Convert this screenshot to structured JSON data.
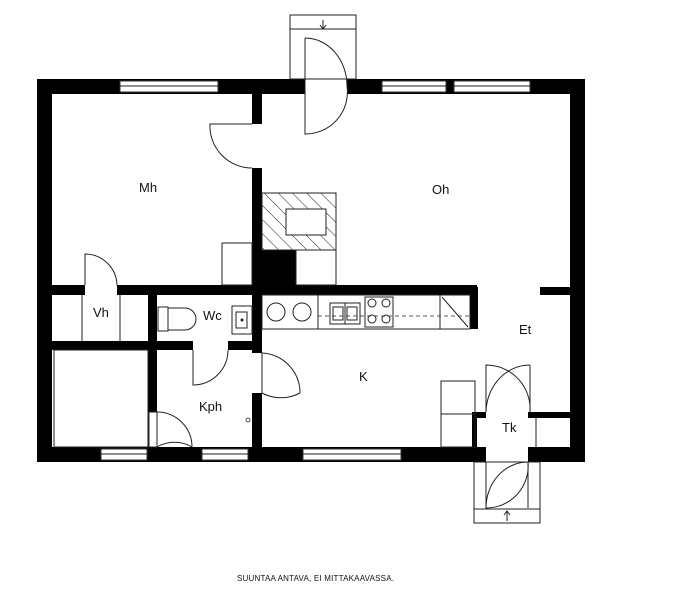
{
  "rooms": {
    "mh": "Mh",
    "oh": "Oh",
    "vh": "Vh",
    "wc": "Wc",
    "et": "Et",
    "k": "K",
    "kph": "Kph",
    "tk": "Tk"
  },
  "footer_note": "SUUNTAA ANTAVA, EI MITTAKAAVASSA."
}
